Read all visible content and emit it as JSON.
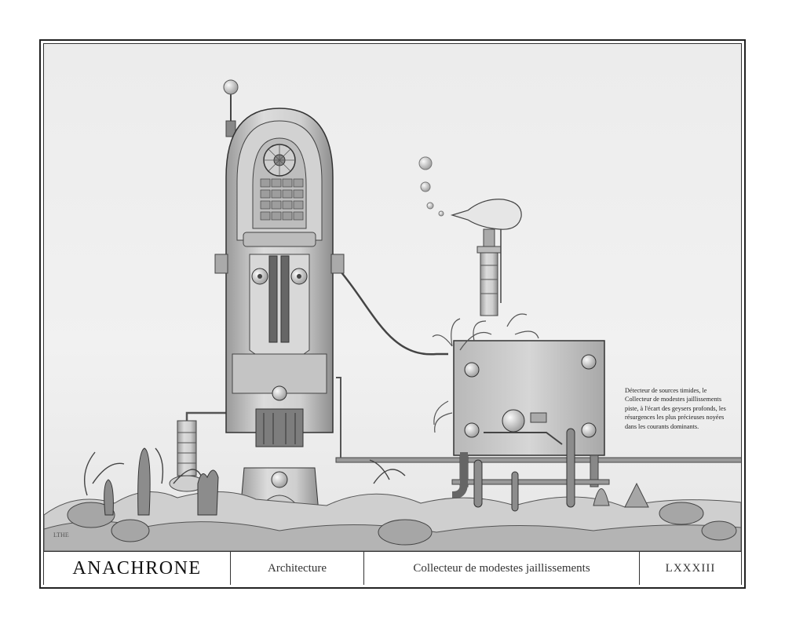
{
  "caption": {
    "text": "Détecteur de sources timides, le Collecteur de modestes jaillissements piste, à l'écart des geysers profonds, les résurgences les plus précieuses noyées dans les courants dominants."
  },
  "title_bar": {
    "series": "ANACHRONE",
    "category": "Architecture",
    "name": "Collecteur de modestes jaillissements",
    "number": "LXXXIII"
  },
  "colors": {
    "ink": "#222222",
    "paper": "#ffffff",
    "sky": "#eeeeee",
    "metal": "#c8c8c8"
  }
}
